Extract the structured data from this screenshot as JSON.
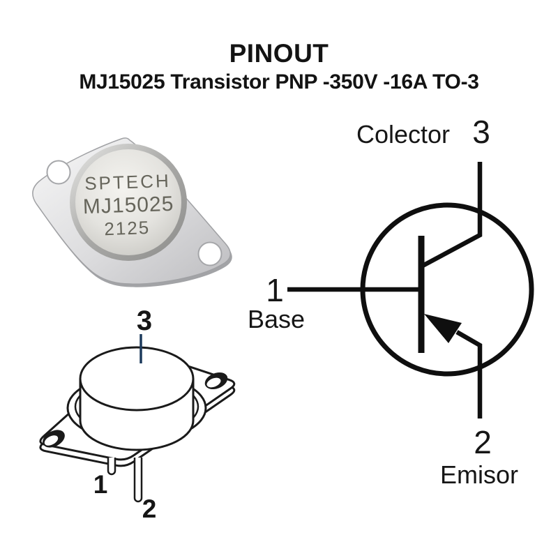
{
  "header": {
    "title": "PINOUT",
    "subtitle": "MJ15025 Transistor PNP -350V -16A TO-3"
  },
  "photo": {
    "brand": "SPTECH",
    "part_number": "MJ15025",
    "date_code": "2125"
  },
  "package_drawing": {
    "pin_labels": {
      "case": "3",
      "base": "1",
      "emitter": "2"
    }
  },
  "schematic": {
    "collector": {
      "number": "3",
      "name": "Colector"
    },
    "base": {
      "number": "1",
      "name": "Base"
    },
    "emitter": {
      "number": "2",
      "name": "Emisor"
    }
  },
  "colors": {
    "ink": "#141414",
    "line": "#111111",
    "leader_line": "#1c3a5c"
  }
}
